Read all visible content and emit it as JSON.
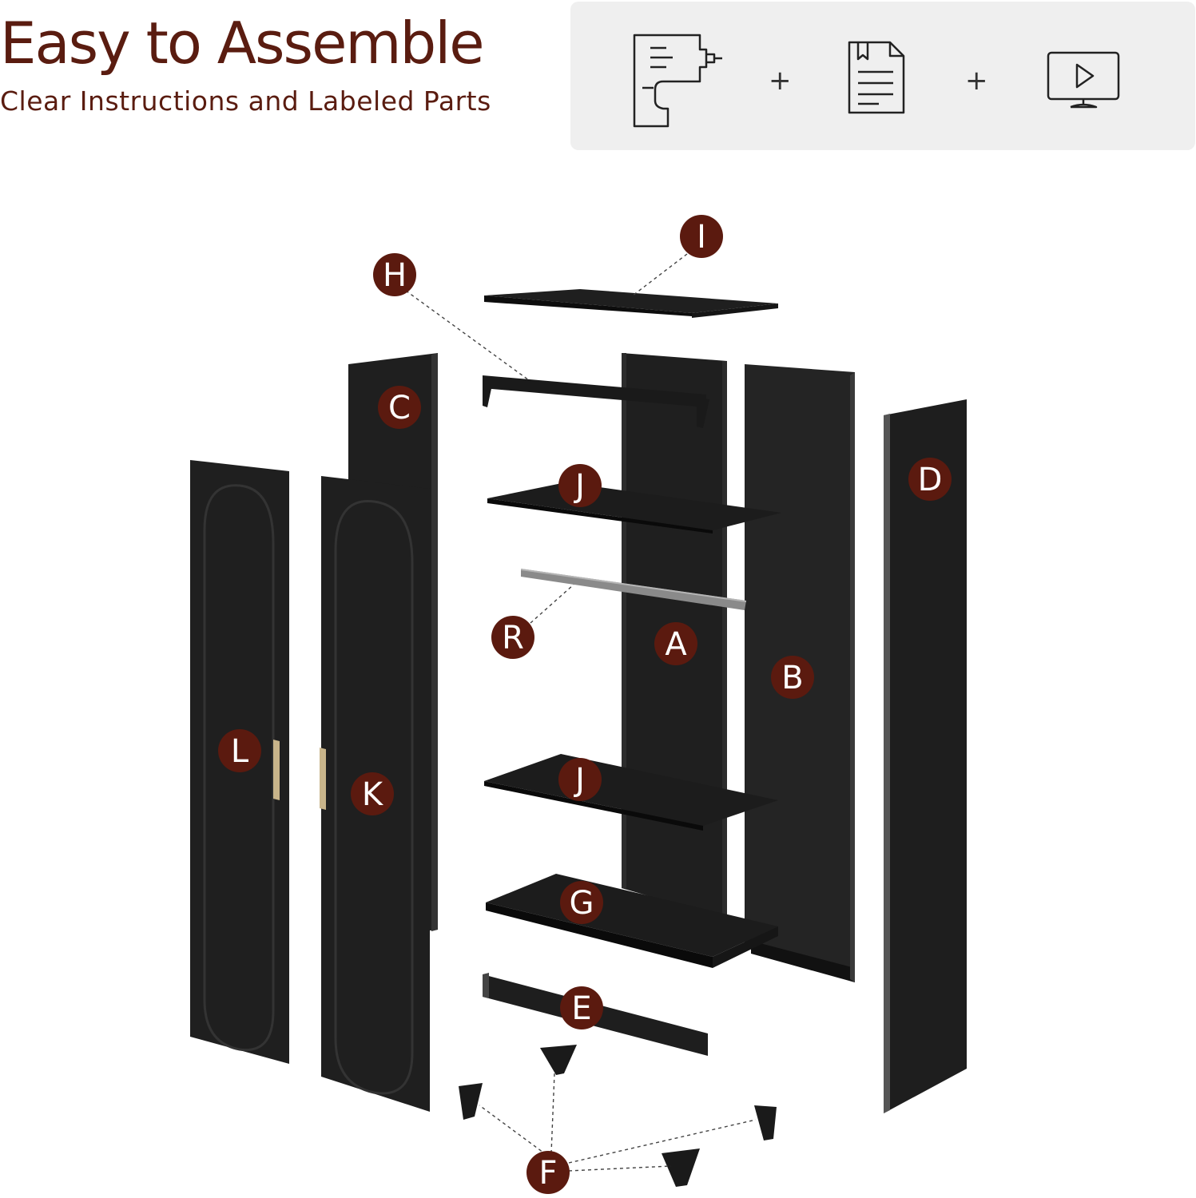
{
  "header": {
    "title": "Easy to Assemble",
    "subtitle": "Clear Instructions and Labeled Parts"
  },
  "tools": {
    "items": [
      {
        "icon": "power-drill-icon"
      },
      {
        "icon": "instruction-document-icon"
      },
      {
        "icon": "video-tutorial-icon"
      }
    ],
    "separator": "+"
  },
  "parts": [
    "A",
    "B",
    "C",
    "D",
    "E",
    "F",
    "G",
    "H",
    "I",
    "J",
    "K",
    "L",
    "R"
  ],
  "colors": {
    "badge": "#5b1a0f",
    "title": "#5a1c10",
    "panel_background": "#efefef",
    "panel_black": "#1f1f1f",
    "rod_gray": "#8a8a8a",
    "handle_gold": "#c8b48a"
  }
}
